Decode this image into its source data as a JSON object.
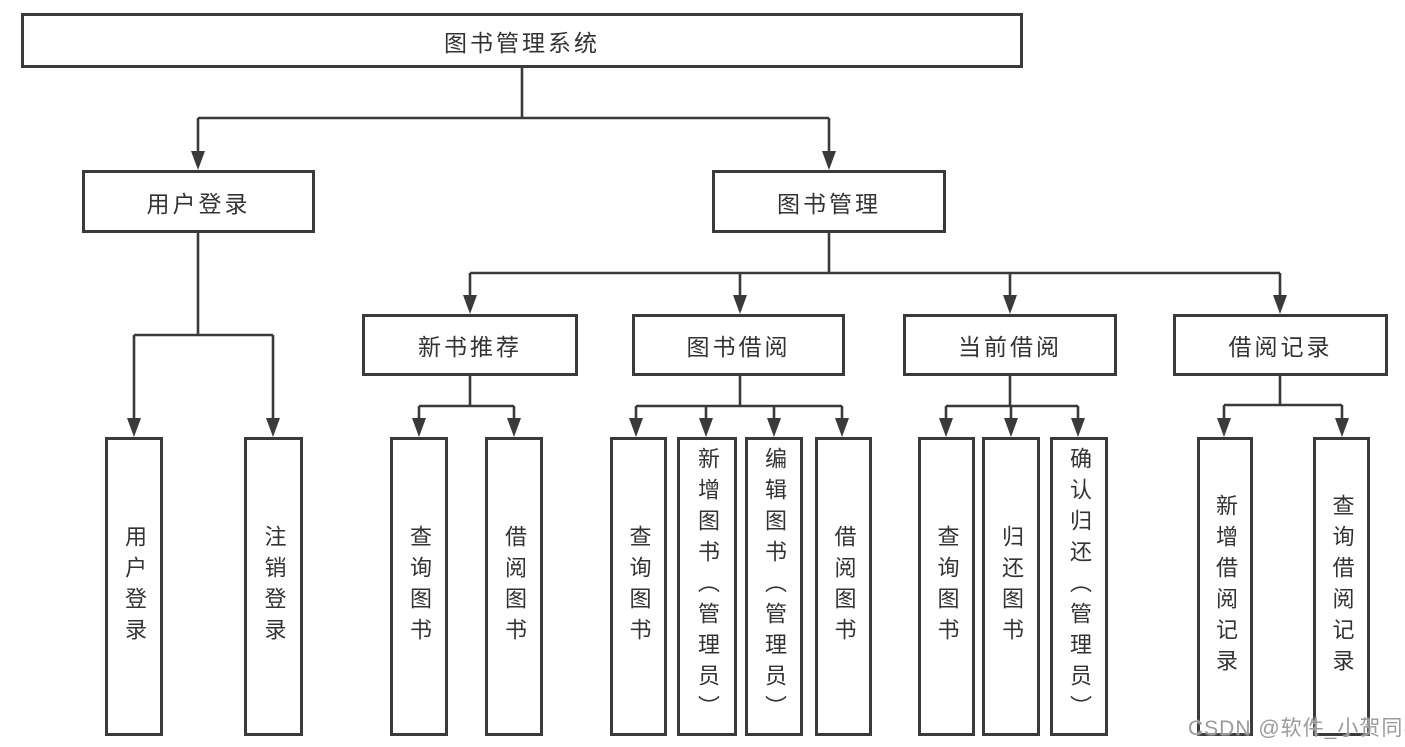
{
  "diagram": {
    "title": "图书管理系统",
    "watermark": "CSDN @软件_小贺同学",
    "colors": {
      "line": "#3a3a3a",
      "text": "#333333",
      "watermark": "#9b9b9b",
      "background": "#ffffff"
    },
    "nodes": {
      "root": {
        "label": "图书管理系统"
      },
      "user_login": {
        "label": "用户登录"
      },
      "book_management": {
        "label": "图书管理"
      },
      "new_book_recommend": {
        "label": "新书推荐"
      },
      "book_borrowing": {
        "label": "图书借阅"
      },
      "current_borrowing": {
        "label": "当前借阅"
      },
      "borrowing_records": {
        "label": "借阅记录"
      },
      "leaf_user_login": {
        "label": "用户登录"
      },
      "leaf_logout": {
        "label": "注销登录"
      },
      "leaf_nr_query_books": {
        "label": "查询图书"
      },
      "leaf_nr_borrow_books": {
        "label": "借阅图书"
      },
      "leaf_bb_query_books": {
        "label": "查询图书"
      },
      "leaf_bb_add_books": {
        "label": "新增图书（管理员）"
      },
      "leaf_bb_edit_books": {
        "label": "编辑图书（管理员）"
      },
      "leaf_bb_borrow_books": {
        "label": "借阅图书"
      },
      "leaf_cb_query_books": {
        "label": "查询图书"
      },
      "leaf_cb_return_books": {
        "label": "归还图书"
      },
      "leaf_cb_confirm_return": {
        "label": "确认归还（管理员）"
      },
      "leaf_br_add_record": {
        "label": "新增借阅记录"
      },
      "leaf_br_query_record": {
        "label": "查询借阅记录"
      }
    }
  }
}
